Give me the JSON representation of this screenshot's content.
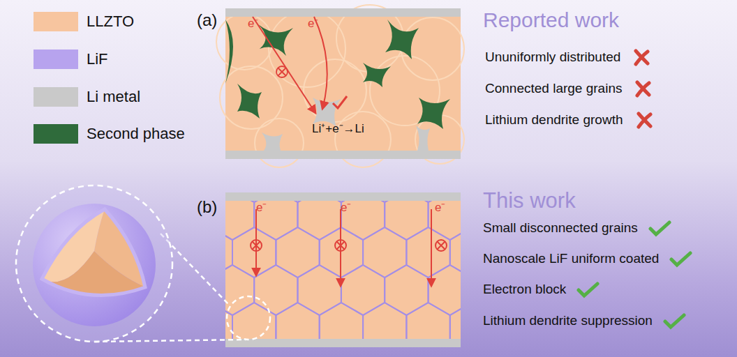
{
  "diagram": {
    "nodes": [
      {
        "text": [
          "(a)",
          "e⁻",
          "e⁻",
          "Li⁺+e⁻→Li"
        ]
      },
      {
        "text": [
          "(b)",
          "e⁻",
          "e⁻",
          "e⁻"
        ]
      }
    ],
    "labels": [
      "Reported work",
      "Ununiformly distributed",
      "Connected large grains",
      "Lithium dendrite growth",
      "This work",
      "Small disconnected grains",
      "Nanoscale LiF uniform coated",
      "Electron block",
      "Lithium dendrite suppression"
    ],
    "legend": [
      {
        "text": "LLZTO",
        "color": "#f7c59f"
      },
      {
        "text": "LiF",
        "color": "#b7a3ee"
      },
      {
        "text": "Li metal",
        "color": "#c9c9c9"
      },
      {
        "text": "Second phase",
        "color": "#2f6b3b"
      }
    ]
  }
}
